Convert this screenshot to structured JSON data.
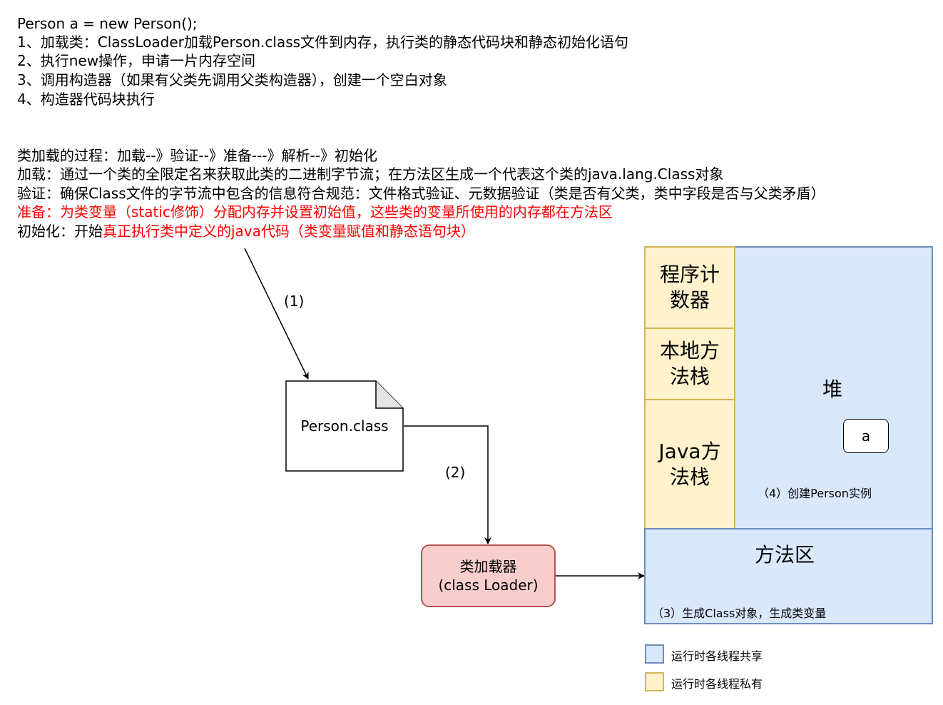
{
  "notes": {
    "line1": "Person a = new Person();",
    "line2": "1、加载类：ClassLoader加载Person.class文件到内存，执行类的静态代码块和静态初始化语句",
    "line3": "2、执行new操作，申请一片内存空间",
    "line4": "3、调用构造器（如果有父类先调用父类构造器），创建一个空白对象",
    "line5": "4、构造器代码块执行"
  },
  "class_loading": {
    "process": "类加载的过程：加载--》验证--》准备---》解析--》初始化",
    "load": "加载：通过一个类的全限定名来获取此类的二进制字节流；在方法区生成一个代表这个类的java.lang.Class对象",
    "verify": "验证：确保Class文件的字节流中包含的信息符合规范：文件格式验证、元数据验证（类是否有父类，类中字段是否与父类矛盾）",
    "prepare_label": "准备：",
    "prepare_text": "为类变量（static修饰）分配内存并设置初始值，这些类的变量所使用的内存都在方法区",
    "init_label": "初始化：开始",
    "init_text": "真正执行类中定义的java代码（类变量赋值和静态语句块）"
  },
  "diagram": {
    "step1": "(1)",
    "step2": "(2)",
    "file": "Person.class",
    "loader_line1": "类加载器",
    "loader_line2": "(class Loader)",
    "pc_register": "程序计数器",
    "native_stack": "本地方法栈",
    "java_stack": "Java方法栈",
    "heap": "堆",
    "object_a": "a",
    "step4": "（4）创建Person实例",
    "method_area": "方法区",
    "step3": "（3）生成Class对象，生成类变量"
  },
  "legend": {
    "shared": "运行时各线程共享",
    "private": "运行时各线程私有"
  },
  "colors": {
    "shared_fill": "#dae8fc",
    "shared_border": "#6c8ebf",
    "private_fill": "#fff2cc",
    "private_border": "#d6b656",
    "loader_fill": "#f8cecc",
    "loader_border": "#b85450",
    "highlight_text": "#ff0000"
  }
}
